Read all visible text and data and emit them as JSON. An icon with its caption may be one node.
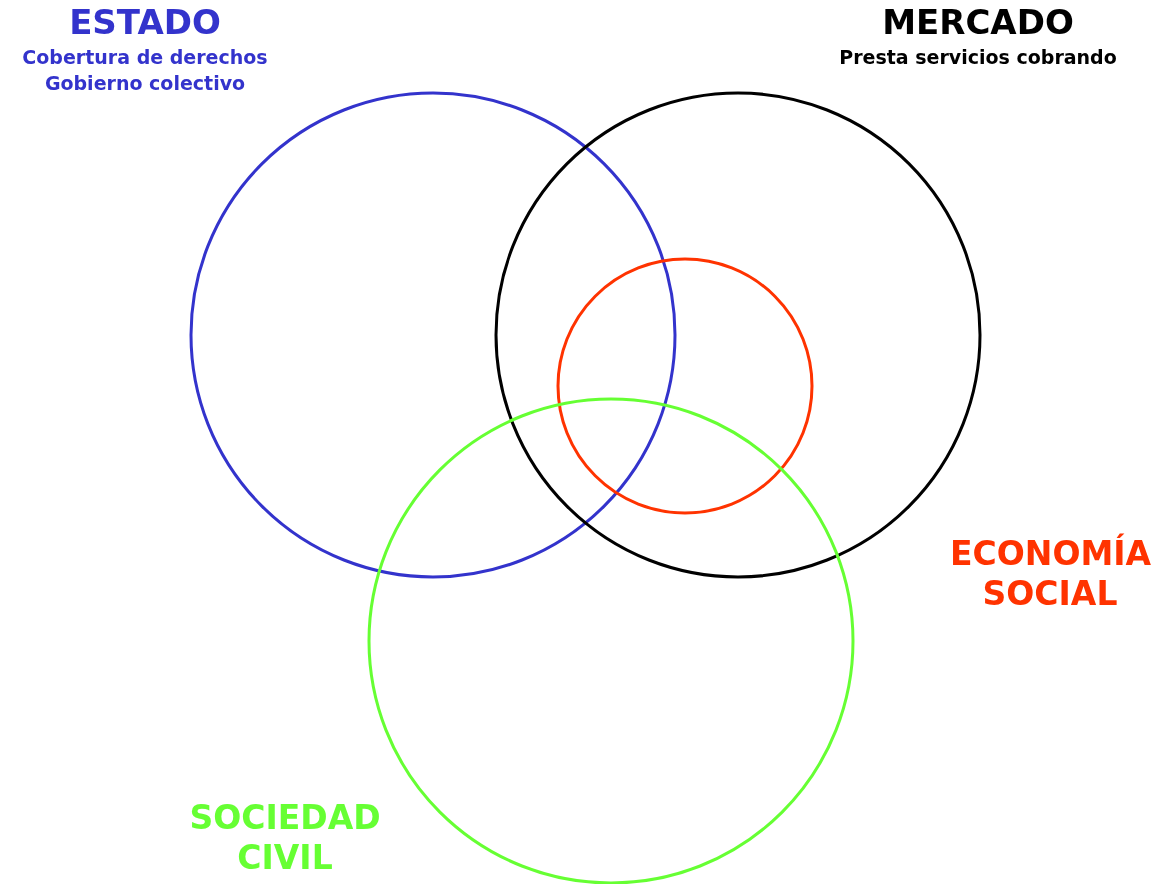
{
  "diagram": {
    "nodes": [
      {
        "text": [
          "ESTADO",
          "Cobertura de derechos",
          "Gobierno colectivo"
        ]
      },
      {
        "text": [
          "MERCADO",
          "Presta servicios cobrando"
        ]
      },
      {
        "text": [],
        "shape": "circle",
        "in": 1
      },
      {
        "text": [
          "SOCIEDAD CIVIL"
        ]
      }
    ],
    "labels": [
      "ECONOMÍA SOCIAL"
    ]
  }
}
